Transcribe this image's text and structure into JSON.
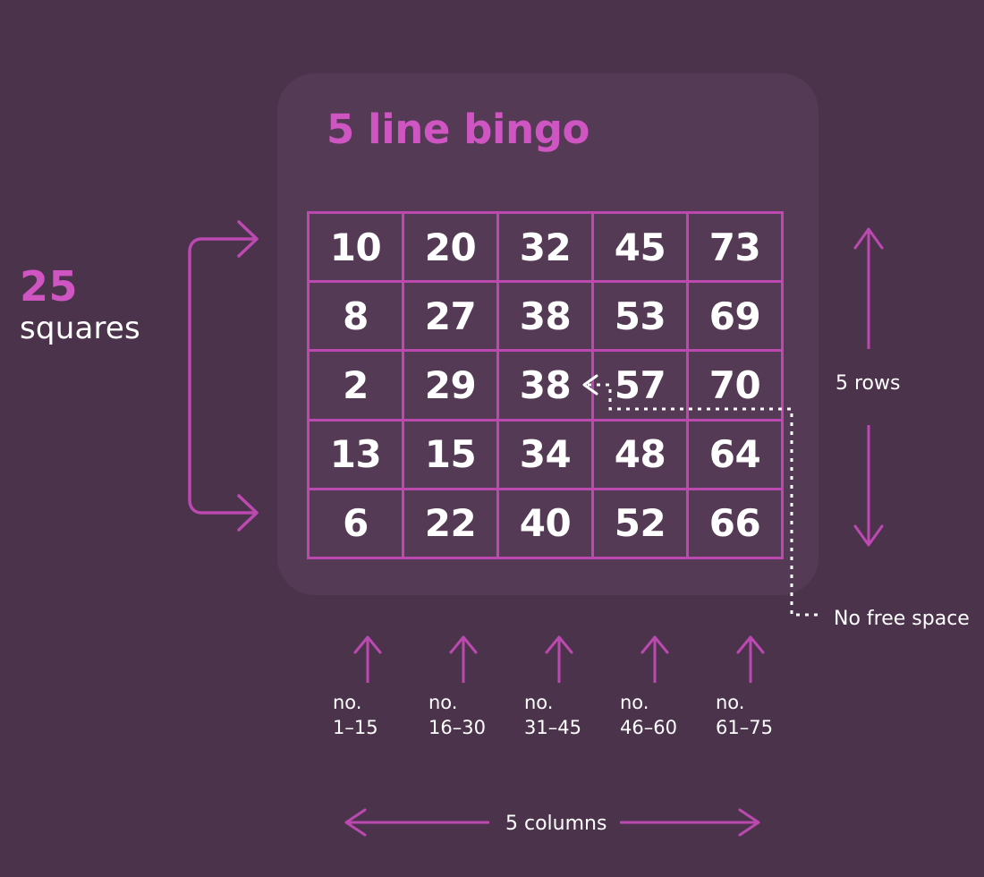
{
  "page": {
    "background_color": "#4c334c",
    "accent_color": "#cf55c2",
    "grid_line_color": "#bb49b0",
    "text_color": "#ffffff"
  },
  "left_annotation": {
    "count": "25",
    "label": "squares",
    "bracket_icon": "bracket-arrow-icon"
  },
  "card": {
    "title": "5 line bingo",
    "background_color": "#543a54"
  },
  "grid": {
    "rows": 5,
    "columns": 5,
    "values": [
      [
        "10",
        "20",
        "32",
        "45",
        "73"
      ],
      [
        "8",
        "27",
        "38",
        "53",
        "69"
      ],
      [
        "2",
        "29",
        "38",
        "57",
        "70"
      ],
      [
        "13",
        "15",
        "34",
        "48",
        "64"
      ],
      [
        "6",
        "22",
        "40",
        "52",
        "66"
      ]
    ]
  },
  "callouts": {
    "free_space": {
      "label": "No free space",
      "icon": "dotted-leader-arrow-icon"
    },
    "rows": {
      "label": "5 rows",
      "icon": "vertical-double-arrow-icon"
    },
    "columns": {
      "label": "5 columns",
      "icon": "horizontal-double-arrow-icon"
    }
  },
  "column_legend": [
    {
      "prefix": "no.",
      "range": "1–15",
      "icon": "arrow-up-icon"
    },
    {
      "prefix": "no.",
      "range": "16–30",
      "icon": "arrow-up-icon"
    },
    {
      "prefix": "no.",
      "range": "31–45",
      "icon": "arrow-up-icon"
    },
    {
      "prefix": "no.",
      "range": "46–60",
      "icon": "arrow-up-icon"
    },
    {
      "prefix": "no.",
      "range": "61–75",
      "icon": "arrow-up-icon"
    }
  ]
}
